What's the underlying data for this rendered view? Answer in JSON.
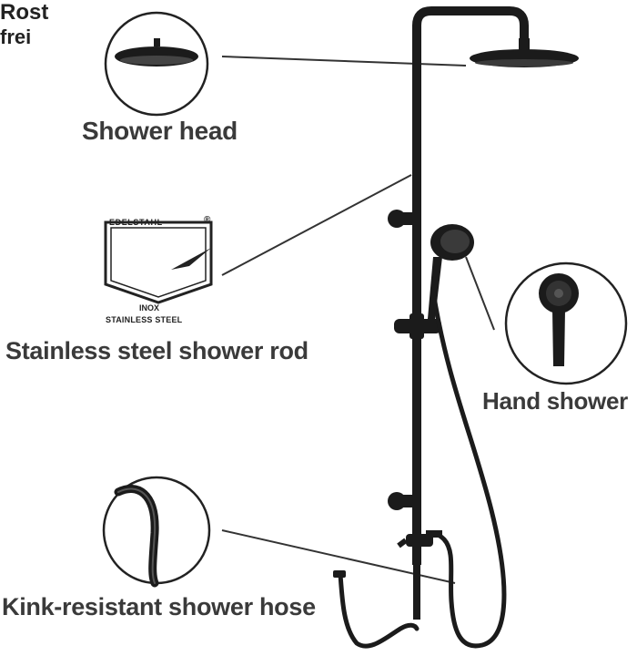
{
  "labels": {
    "shower_head": "Shower head",
    "shower_rod": "Stainless steel shower rod",
    "hand_shower": "Hand shower",
    "hose": "Kink-resistant shower hose"
  },
  "logo": {
    "top_text": "EDELSTAHL",
    "registered": "®",
    "word1": "Rost",
    "word2": "frei",
    "inox": "INOX",
    "stainless": "STAINLESS STEEL"
  },
  "colors": {
    "product": "#1b1b1b",
    "leader_line": "#333333",
    "label_text": "#3a3a3a",
    "background": "#ffffff"
  }
}
